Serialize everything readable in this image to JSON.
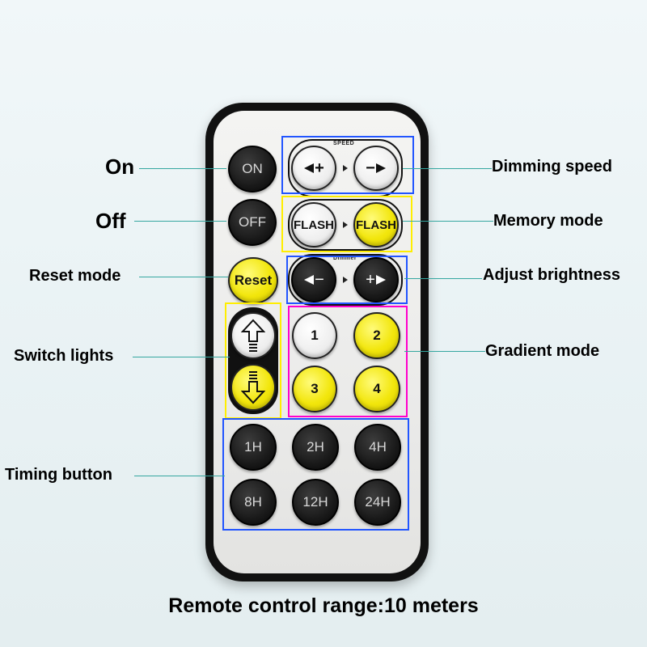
{
  "remote": {
    "buttons": {
      "on": "ON",
      "off": "OFF",
      "reset": "Reset",
      "flash_left": "FLASH",
      "flash_right": "FLASH",
      "speed_down": "+",
      "speed_up": "−",
      "dim_down": "−",
      "dim_up": "+",
      "mode_1": "1",
      "mode_2": "2",
      "mode_3": "3",
      "mode_4": "4",
      "timer_1h": "1H",
      "timer_2h": "2H",
      "timer_4h": "4H",
      "timer_8h": "8H",
      "timer_12h": "12H",
      "timer_24h": "24H"
    },
    "speed_label": "SPEED",
    "dimmer_label": "Dimmer"
  },
  "labels": {
    "on": "On",
    "off": "Off",
    "reset_mode": "Reset mode",
    "switch_lights": "Switch lights",
    "timing_button": "Timing button",
    "dimming_speed": "Dimming speed",
    "memory_mode": "Memory mode",
    "adjust_brightness": "Adjust brightness",
    "gradient_mode": "Gradient mode"
  },
  "caption": "Remote control range:10 meters",
  "colors": {
    "highlight_blue": "#2255ff",
    "highlight_yellow": "#ffee00",
    "highlight_magenta": "#ff00cc",
    "leader_line": "#35a7a0",
    "button_yellow": "#f2e60c"
  }
}
